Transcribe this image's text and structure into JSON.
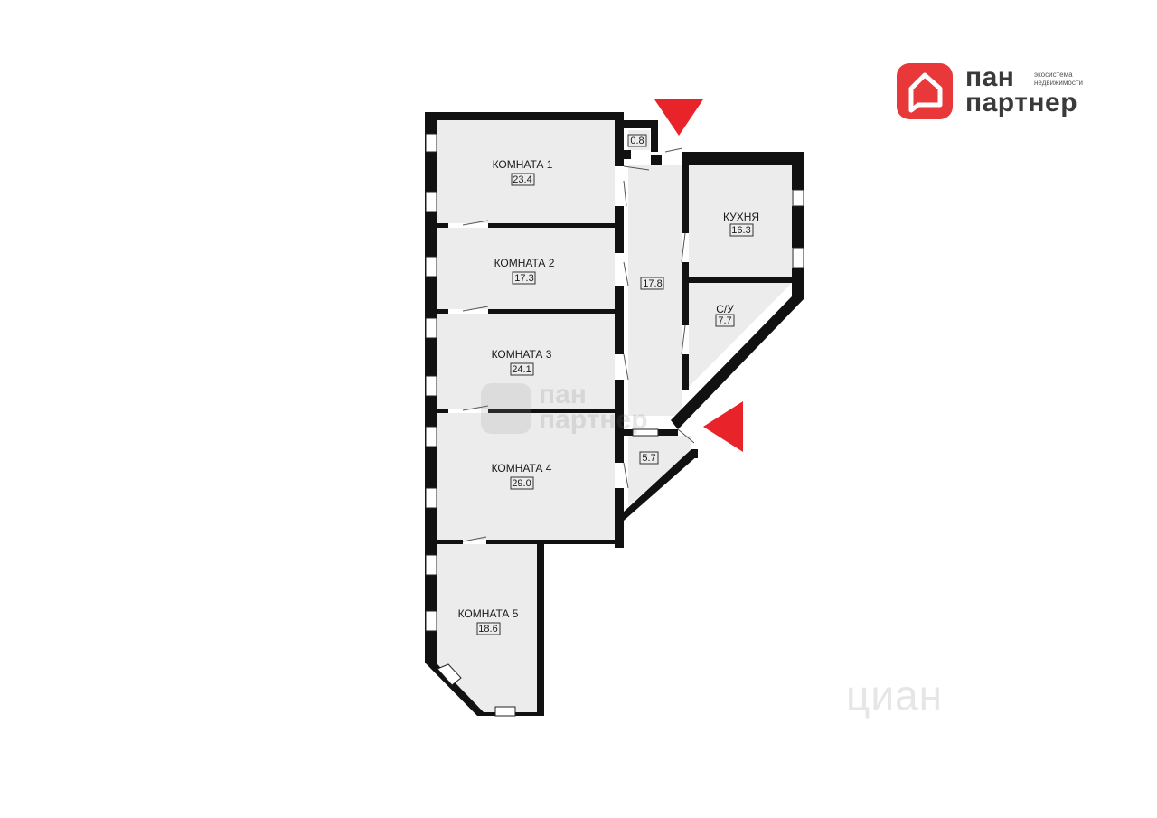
{
  "brand": {
    "name_line1": "пан",
    "name_line2": "партнер",
    "tagline_line1": "экосистема",
    "tagline_line2": "недвижимости",
    "color": "#e8383a"
  },
  "watermarks": {
    "cian": "циан",
    "pan_line1": "пан",
    "pan_line2": "партнер"
  },
  "rooms": [
    {
      "id": "room1",
      "name": "КОМНАТА 1",
      "area": "23.4"
    },
    {
      "id": "room2",
      "name": "КОМНАТА 2",
      "area": "17.3"
    },
    {
      "id": "room3",
      "name": "КОМНАТА 3",
      "area": "24.1"
    },
    {
      "id": "room4",
      "name": "КОМНАТА 4",
      "area": "29.0"
    },
    {
      "id": "room5",
      "name": "КОМНАТА 5",
      "area": "18.6"
    },
    {
      "id": "kitchen",
      "name": "КУХНЯ",
      "area": "16.3"
    },
    {
      "id": "bath",
      "name": "С/У",
      "area": "7.7"
    },
    {
      "id": "hall",
      "name": "",
      "area": "17.8"
    },
    {
      "id": "closet",
      "name": "",
      "area": "0.8"
    },
    {
      "id": "vestibule",
      "name": "",
      "area": "5.7"
    }
  ],
  "entrance_markers": [
    {
      "id": "entrance-top",
      "direction": "down",
      "color": "#e8242a"
    },
    {
      "id": "entrance-right",
      "direction": "left",
      "color": "#e8242a"
    }
  ]
}
